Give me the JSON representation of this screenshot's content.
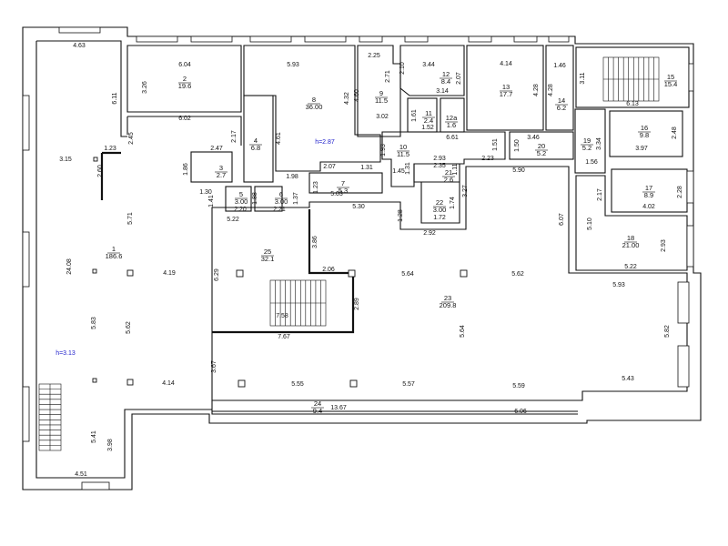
{
  "rooms": [
    {
      "number": "1",
      "area": "186.6"
    },
    {
      "number": "2",
      "area": "19.6"
    },
    {
      "number": "3",
      "area": "2.7"
    },
    {
      "number": "4",
      "area": "6.8"
    },
    {
      "number": "5",
      "area": "3.00"
    },
    {
      "number": "6",
      "area": "3.00"
    },
    {
      "number": "7",
      "area": "5.3"
    },
    {
      "number": "8",
      "area": "36.00"
    },
    {
      "number": "9",
      "area": "11.5"
    },
    {
      "number": "12",
      "area": "8.4"
    },
    {
      "number": "11",
      "area": "2.4"
    },
    {
      "number": "12a",
      "area": "1.6"
    },
    {
      "number": "13",
      "area": "17.7"
    },
    {
      "number": "14",
      "area": "6.2"
    },
    {
      "number": "15",
      "area": "15.4"
    },
    {
      "number": "16",
      "area": "9.8"
    },
    {
      "number": "17",
      "area": "8.9"
    },
    {
      "number": "18",
      "area": "21.00"
    },
    {
      "number": "19",
      "area": "5.2"
    },
    {
      "number": "20",
      "area": "5.2"
    },
    {
      "number": "10",
      "area": "11.5"
    },
    {
      "number": "21",
      "area": "2.6"
    },
    {
      "number": "22",
      "area": "3.00"
    },
    {
      "number": "23",
      "area": "209.8"
    },
    {
      "number": "24",
      "area": "9.4"
    },
    {
      "number": "25",
      "area": "32.1"
    }
  ],
  "heights": [
    "h=3.13",
    "h=2.87"
  ],
  "dimensions": [
    "4.63",
    "6.11",
    "3.15",
    "1.23",
    "2.60",
    "5.71",
    "24.08",
    "4.19",
    "5.83",
    "5.62",
    "4.14",
    "5.41",
    "3.98",
    "4.51",
    "6.04",
    "3.26",
    "6.02",
    "2.45",
    "2.47",
    "1.86",
    "1.30",
    "1.41",
    "2.20",
    "1.88",
    "2.21",
    "1.37",
    "5.22",
    "2.17",
    "4.61",
    "1.98",
    "5.93",
    "4.32",
    "2.07",
    "1.31",
    "1.23",
    "5.03",
    "5.30",
    "4.60",
    "2.25",
    "2.71",
    "3.02",
    "2.10",
    "3.44",
    "2.07",
    "3.14",
    "1.61",
    "1.52",
    "6.61",
    "1.93",
    "1.45",
    "1.31",
    "1.51",
    "2.23",
    "1.50",
    "3.46",
    "5.90",
    "3.27",
    "1.11",
    "1.74",
    "1.72",
    "1.28",
    "2.92",
    "2.93",
    "2.35",
    "4.14",
    "4.28",
    "4.28",
    "1.46",
    "3.11",
    "6.13",
    "3.34",
    "2.48",
    "3.97",
    "1.56",
    "2.17",
    "2.28",
    "4.02",
    "5.10",
    "6.07",
    "2.93",
    "5.22",
    "5.93",
    "5.82",
    "5.43",
    "6.06",
    "5.59",
    "5.57",
    "5.55",
    "3.67",
    "7.67",
    "7.58",
    "6.29",
    "3.86",
    "2.06",
    "2.89",
    "5.64",
    "5.64",
    "5.62",
    "13.67"
  ]
}
